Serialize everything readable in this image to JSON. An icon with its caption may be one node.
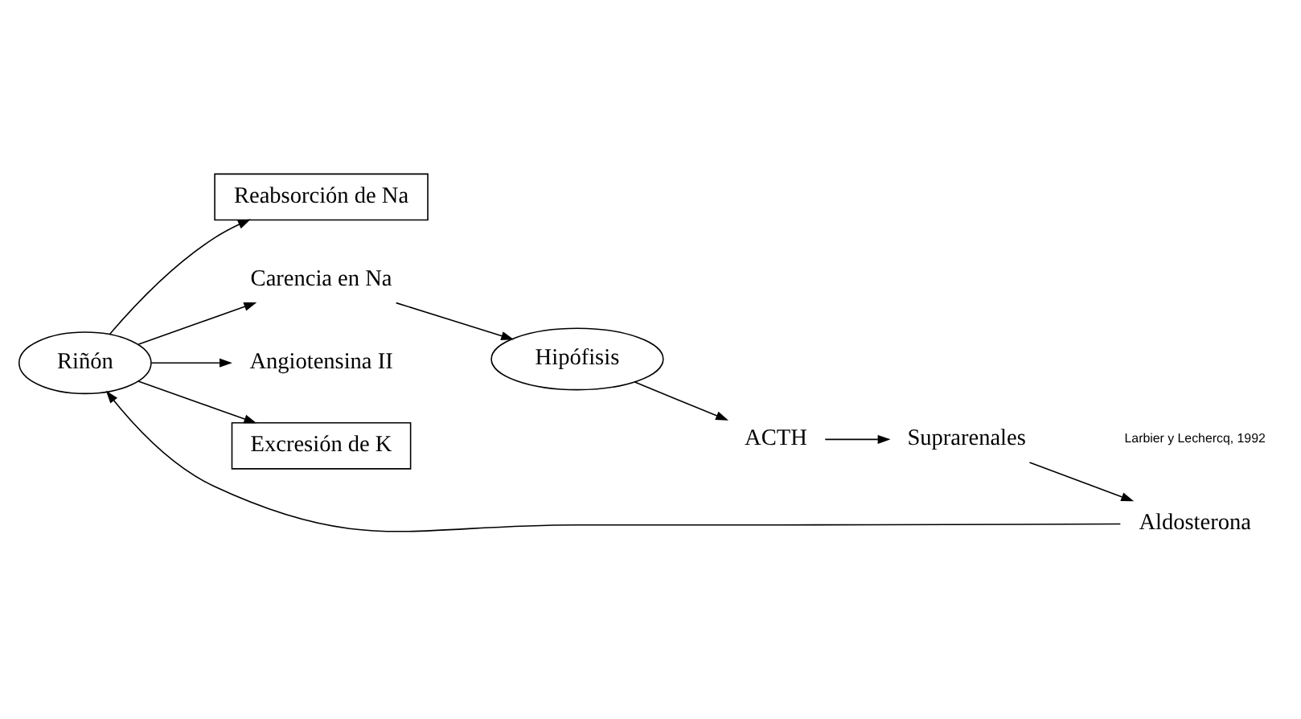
{
  "diagram": {
    "nodes": [
      {
        "text": [
          "Reabsorción de Na"
        ]
      },
      {
        "text": [
          "Carencia en Na"
        ]
      },
      {
        "text": [
          "Hipófisis"
        ]
      },
      {
        "text": [
          "Riñón"
        ]
      },
      {
        "text": [
          "Angiotensina II"
        ]
      },
      {
        "text": [
          "ACTH"
        ]
      },
      {
        "text": [
          "Aldosterona"
        ]
      },
      {
        "text": [
          "Excresión de K"
        ]
      },
      {
        "text": [
          "Suprarenales"
        ]
      }
    ],
    "edges": [
      {
        "from": 1,
        "to": 2,
        "arrow": "to"
      },
      {
        "from": 3,
        "to": 0,
        "arrow": "to"
      },
      {
        "from": 3,
        "to": 1,
        "arrow": "to"
      },
      {
        "from": 3,
        "to": 4,
        "arrow": "to"
      },
      {
        "from": 3,
        "to": 7,
        "arrow": "to"
      },
      {
        "from": 2,
        "to": 5,
        "arrow": "to"
      },
      {
        "from": 5,
        "to": 8,
        "arrow": "to"
      },
      {
        "from": 8,
        "to": 6,
        "arrow": "to"
      },
      {
        "from": 6,
        "to": 3,
        "arrow": "to"
      }
    ],
    "labels": [
      "Larbier y Lechercq, 1992"
    ]
  }
}
